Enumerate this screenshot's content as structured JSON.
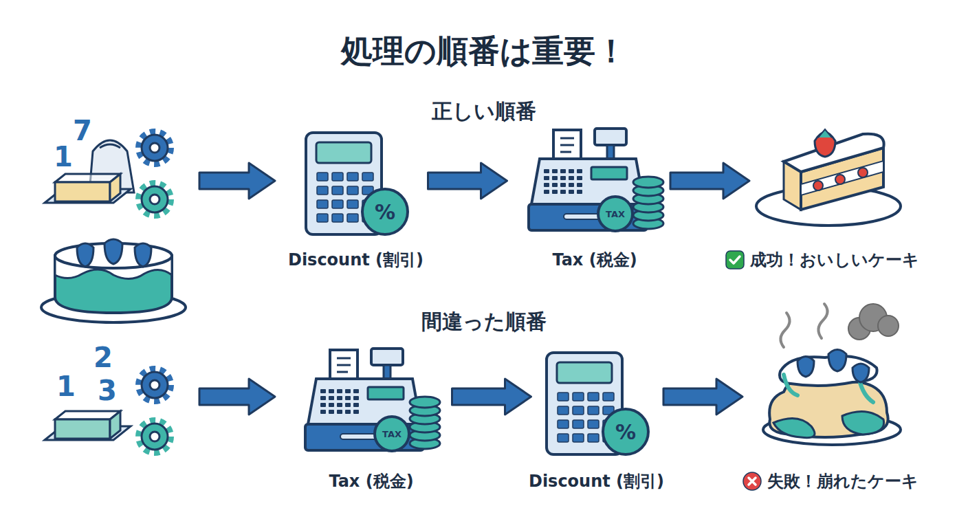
{
  "diagram": {
    "title": "処理の順番は重要！",
    "nodes": [
      {
        "text": [
          "%",
          "Discount (割引)"
        ]
      },
      {
        "text": [
          "TAX",
          "Tax (税金)"
        ]
      },
      {
        "text": [
          "成功！おいしいケーキ"
        ]
      },
      {
        "text": [
          "TAX",
          "Tax (税金)"
        ]
      },
      {
        "text": [
          "%",
          "Discount (割引)"
        ]
      },
      {
        "text": [
          "失敗！崩れたケーキ"
        ]
      }
    ],
    "edges": [
      {
        "from": 0,
        "to": 1,
        "arrow": "to"
      },
      {
        "from": 1,
        "to": 2,
        "arrow": "to"
      },
      {
        "from": 3,
        "to": 4,
        "arrow": "to"
      },
      {
        "from": 4,
        "to": 5,
        "arrow": "to"
      }
    ],
    "labels": [
      "正しい順番",
      "間違った順番",
      "1",
      "7",
      "1",
      "2",
      "3"
    ]
  }
}
